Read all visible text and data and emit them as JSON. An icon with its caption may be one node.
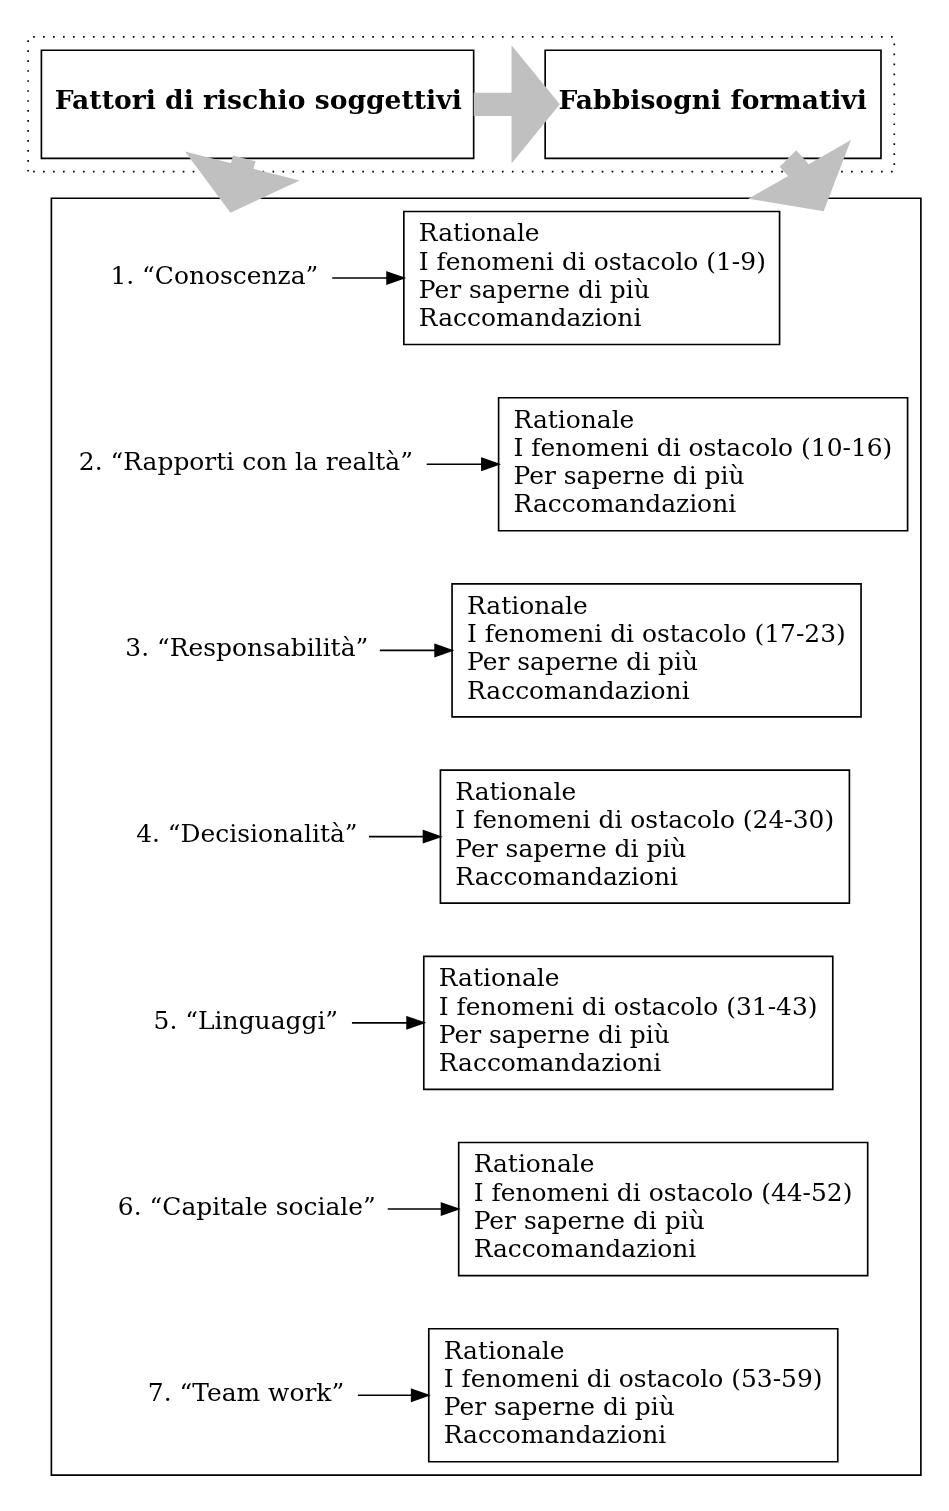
{
  "diagram": {
    "nodes": [
      {
        "text": [],
        "shape": "box"
      },
      {
        "text": [
          "Fattori di rischio soggettivi"
        ],
        "in": 0
      },
      {
        "text": [
          "Fabbisogni formativi"
        ],
        "in": 0
      },
      {
        "text": [],
        "shape": "box"
      },
      {
        "text": [
          "1. “Conoscenza”"
        ],
        "in": 3
      },
      {
        "text": [
          "Rationale",
          "I fenomeni di ostacolo (1-9)",
          "Per saperne di più",
          "Raccomandazioni"
        ],
        "in": 3
      },
      {
        "text": [
          "2. “Rapporti con la realtà”"
        ],
        "in": 3
      },
      {
        "text": [
          "Rationale",
          "I fenomeni di ostacolo (10-16)",
          "Per saperne di più",
          "Raccomandazioni"
        ],
        "in": 3
      },
      {
        "text": [
          "3. “Responsabilità”"
        ],
        "in": 3
      },
      {
        "text": [
          "Rationale",
          "I fenomeni di ostacolo (17-23)",
          "Per saperne di più",
          "Raccomandazioni"
        ],
        "in": 3
      },
      {
        "text": [
          "4. “Decisionalità”"
        ],
        "in": 3
      },
      {
        "text": [
          "Rationale",
          "I fenomeni di ostacolo (24-30)",
          "Per saperne di più",
          "Raccomandazioni"
        ],
        "in": 3
      },
      {
        "text": [
          "5. “Linguaggi”"
        ],
        "in": 3
      },
      {
        "text": [
          "Rationale",
          "I fenomeni di ostacolo (31-43)",
          "Per saperne di più",
          "Raccomandazioni"
        ],
        "in": 3
      },
      {
        "text": [
          "6. “Capitale sociale”"
        ],
        "in": 3
      },
      {
        "text": [
          "Rationale",
          "I fenomeni di ostacolo (44-52)",
          "Per saperne di più",
          "Raccomandazioni"
        ],
        "in": 3
      },
      {
        "text": [
          "7. “Team work”"
        ],
        "in": 3
      },
      {
        "text": [
          "Rationale",
          "I fenomeni di ostacolo (53-59)",
          "Per saperne di più",
          "Raccomandazioni"
        ],
        "in": 3
      }
    ],
    "edges": [
      {
        "from": 1,
        "to": 2,
        "arrow": "to",
        "style": "thick",
        "color": "#c0c0c0"
      },
      {
        "from": 1,
        "to": 3,
        "arrow": "to",
        "style": "thick",
        "color": "#c0c0c0"
      },
      {
        "from": 2,
        "to": 3,
        "arrow": "to",
        "style": "thick",
        "color": "#c0c0c0"
      },
      {
        "from": 4,
        "to": 5,
        "arrow": "to"
      },
      {
        "from": 6,
        "to": 7,
        "arrow": "to"
      },
      {
        "from": 8,
        "to": 9,
        "arrow": "to"
      },
      {
        "from": 10,
        "to": 11,
        "arrow": "to"
      },
      {
        "from": 12,
        "to": 13,
        "arrow": "to"
      },
      {
        "from": 14,
        "to": 15,
        "arrow": "to"
      },
      {
        "from": 16,
        "to": 17,
        "arrow": "to"
      }
    ]
  }
}
